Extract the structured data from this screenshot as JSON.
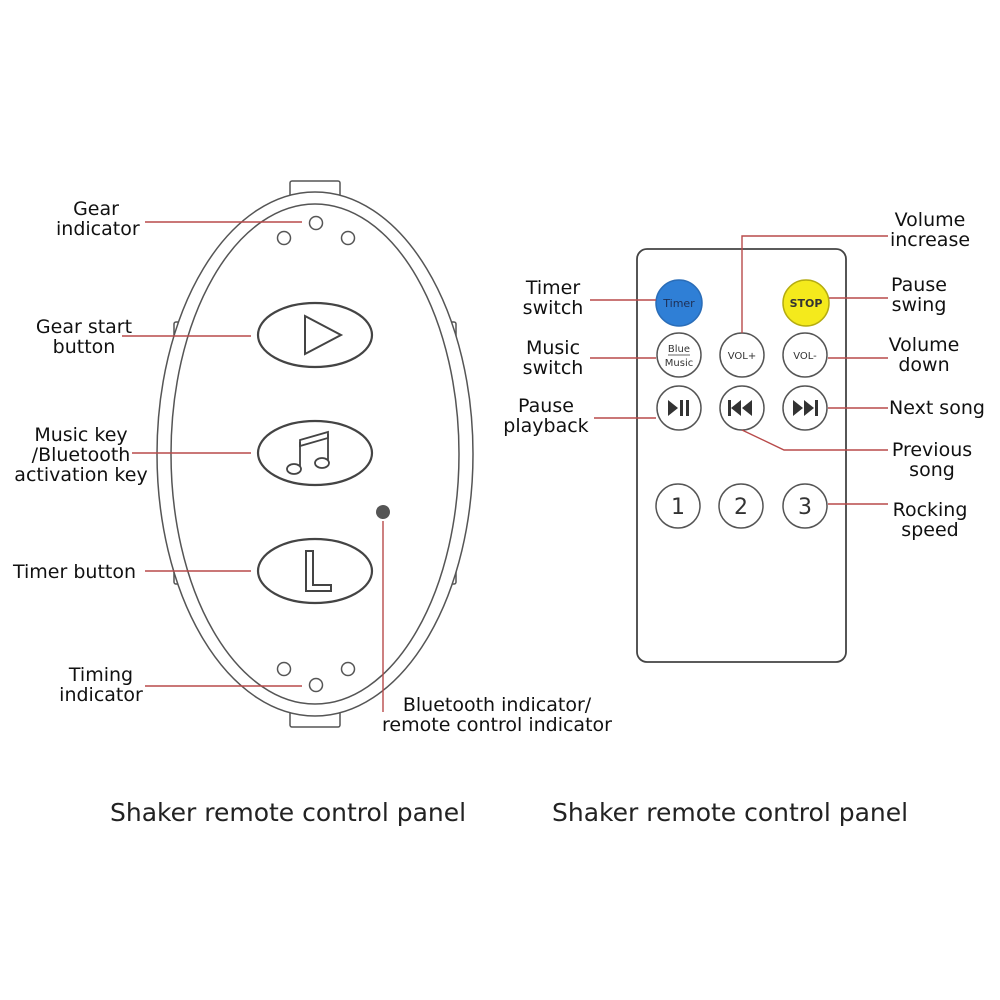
{
  "left_panel": {
    "caption": "Shaker remote control panel",
    "labels": {
      "gear_indicator": [
        "Gear",
        "indicator"
      ],
      "gear_start_button": [
        "Gear start",
        "button"
      ],
      "music_key": [
        "Music key",
        "/Bluetooth",
        "activation key"
      ],
      "timer_button": "Timer button",
      "timing_indicator": [
        "Timing",
        "indicator"
      ],
      "bluetooth_indicator": [
        "Bluetooth indicator/",
        "remote control indicator"
      ]
    },
    "icons": [
      "play-icon",
      "music-note-icon",
      "timer-l-icon"
    ]
  },
  "right_panel": {
    "caption": "Shaker remote control panel",
    "buttons": {
      "timer": "Timer",
      "stop": "STOP",
      "blue_music_top": "Blue",
      "blue_music_bottom": "Music",
      "vol_up": "VOL+",
      "vol_down": "VOL-",
      "speed_1": "1",
      "speed_2": "2",
      "speed_3": "3"
    },
    "labels": {
      "timer_switch": [
        "Timer",
        "switch"
      ],
      "music_switch": [
        "Music",
        "switch"
      ],
      "pause_playback": [
        "Pause",
        "playback"
      ],
      "volume_increase": [
        "Volume",
        "increase"
      ],
      "pause_swing": [
        "Pause",
        "swing"
      ],
      "volume_down": [
        "Volume",
        "down"
      ],
      "next_song": "Next song",
      "previous_song": [
        "Previous",
        "song"
      ],
      "rocking_speed": [
        "Rocking",
        "speed"
      ]
    },
    "icons": [
      "play-pause-icon",
      "previous-track-icon",
      "next-track-icon"
    ],
    "colors": {
      "timer": "#2f7fd6",
      "stop": "#f4ea1c"
    }
  }
}
